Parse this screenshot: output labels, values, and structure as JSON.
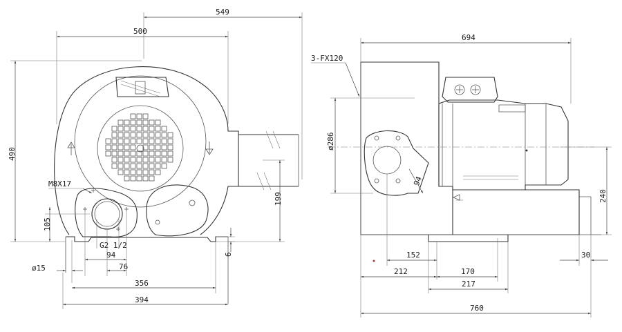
{
  "front_view": {
    "dims": {
      "width_549": "549",
      "width_500": "500",
      "height_490": "490",
      "hole_m8x17": "M8X17",
      "height_105": "105",
      "inlet_g2": "G2 1/2",
      "spacing_94": "94",
      "spacing_76": "76",
      "hole_d15": "ø15",
      "base_356": "356",
      "base_394": "394",
      "height_199": "199",
      "foot_6": "6"
    }
  },
  "side_view": {
    "dims": {
      "length_694": "694",
      "flange_3fx120": "3-FX120",
      "dia_286": "ø286",
      "flange_94": "94",
      "offset_152": "152",
      "offset_212": "212",
      "mount_170": "170",
      "mount_217": "217",
      "height_240": "240",
      "height_30": "30",
      "total_760": "760"
    }
  },
  "colors": {
    "line": "#555555",
    "text": "#1a1a1a",
    "background": "#ffffff"
  }
}
